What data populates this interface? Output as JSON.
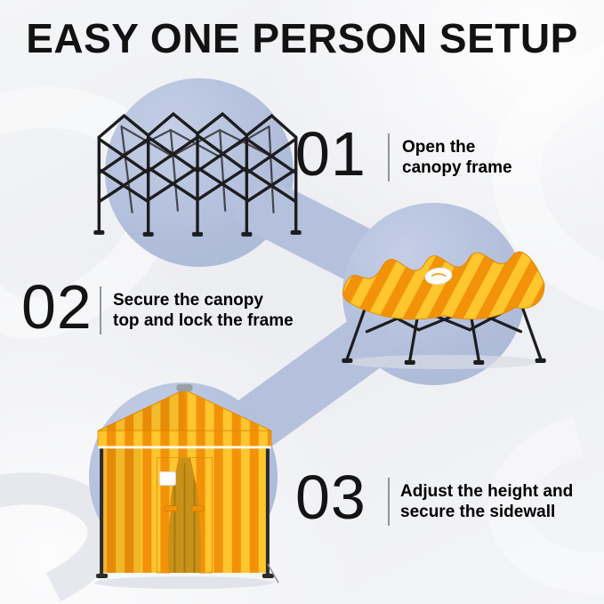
{
  "title": "EASY ONE PERSON SETUP",
  "steps": [
    {
      "number": "01",
      "line1": "Open the",
      "line2": "canopy frame"
    },
    {
      "number": "02",
      "line1": "Secure the canopy",
      "line2": "top and lock the frame"
    },
    {
      "number": "03",
      "line1": "Adjust the height and",
      "line2": "secure the sidewall"
    }
  ],
  "colors": {
    "blob": "#b5c1dc",
    "stripe_yellow": "#ffc62e",
    "stripe_orange": "#f29209",
    "frame": "#1d1d1f",
    "background": "#f2f3f5"
  },
  "illustrations": [
    {
      "name": "folded-canopy-frame"
    },
    {
      "name": "frame-with-canopy-top"
    },
    {
      "name": "assembled-tent-with-sidewalls"
    }
  ]
}
